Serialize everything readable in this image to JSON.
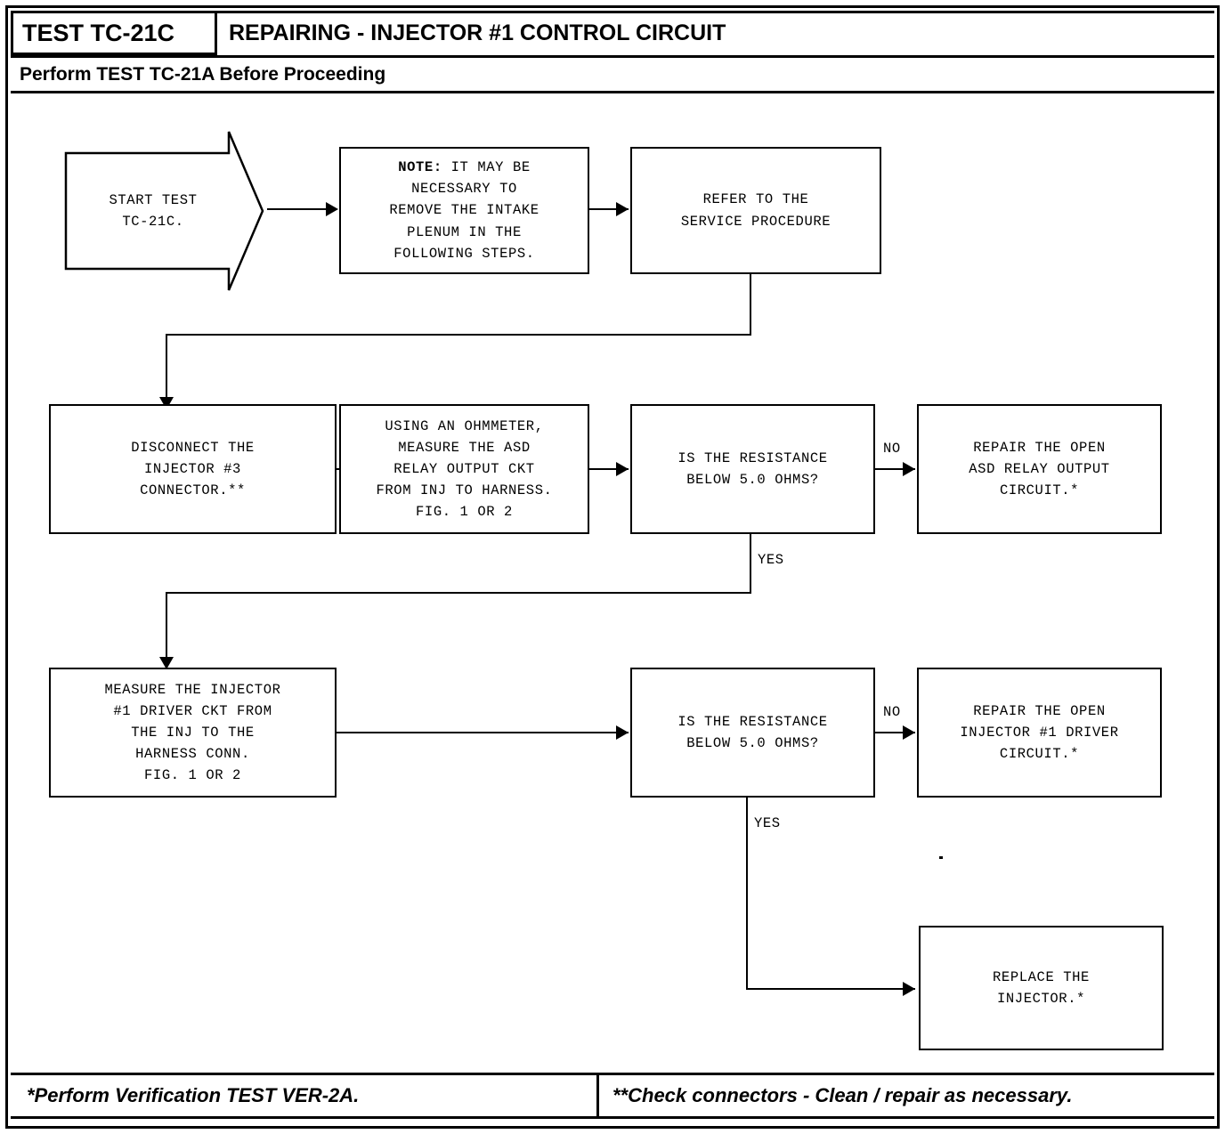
{
  "header": {
    "test_id": "TEST TC-21C",
    "title": "REPAIRING - INJECTOR #1 CONTROL CIRCUIT",
    "subtitle": "Perform TEST TC-21A Before Proceeding"
  },
  "footer": {
    "note_left": "*Perform Verification TEST VER-2A.",
    "note_right": "**Check connectors - Clean / repair as necessary."
  },
  "flow": {
    "start": {
      "label": "START TEST\nTC-21C."
    },
    "nodes": [
      {
        "id": "note",
        "prefix": "NOTE:",
        "text": " IT MAY BE\nNECESSARY TO\nREMOVE THE INTAKE\nPLENUM IN THE\nFOLLOWING STEPS."
      },
      {
        "id": "refer-service",
        "text": "REFER TO THE\nSERVICE PROCEDURE"
      },
      {
        "id": "disconnect-connector",
        "text": "DISCONNECT THE\nINJECTOR #3\nCONNECTOR.**"
      },
      {
        "id": "measure-asd",
        "text": "USING AN OHMMETER,\nMEASURE THE ASD\nRELAY OUTPUT CKT\nFROM INJ TO HARNESS.\nFIG. 1 OR 2"
      },
      {
        "id": "decision-asd",
        "text": "IS THE RESISTANCE\nBELOW 5.0 OHMS?"
      },
      {
        "id": "repair-asd",
        "text": "REPAIR THE OPEN\nASD RELAY OUTPUT\nCIRCUIT.*"
      },
      {
        "id": "measure-driver",
        "text": "MEASURE THE INJECTOR\n#1 DRIVER CKT FROM\nTHE INJ TO THE\nHARNESS CONN.\nFIG. 1 OR 2"
      },
      {
        "id": "decision-driver",
        "text": "IS THE RESISTANCE\nBELOW 5.0 OHMS?"
      },
      {
        "id": "repair-driver",
        "text": "REPAIR THE OPEN\nINJECTOR #1 DRIVER\nCIRCUIT.*"
      },
      {
        "id": "replace-injector",
        "text": "REPLACE THE\nINJECTOR.*"
      }
    ],
    "edge_labels": {
      "no_asd": "NO",
      "yes_asd": "YES",
      "no_driver": "NO",
      "yes_driver": "YES"
    }
  },
  "colors": {
    "ink": "#000000",
    "paper": "#ffffff"
  }
}
